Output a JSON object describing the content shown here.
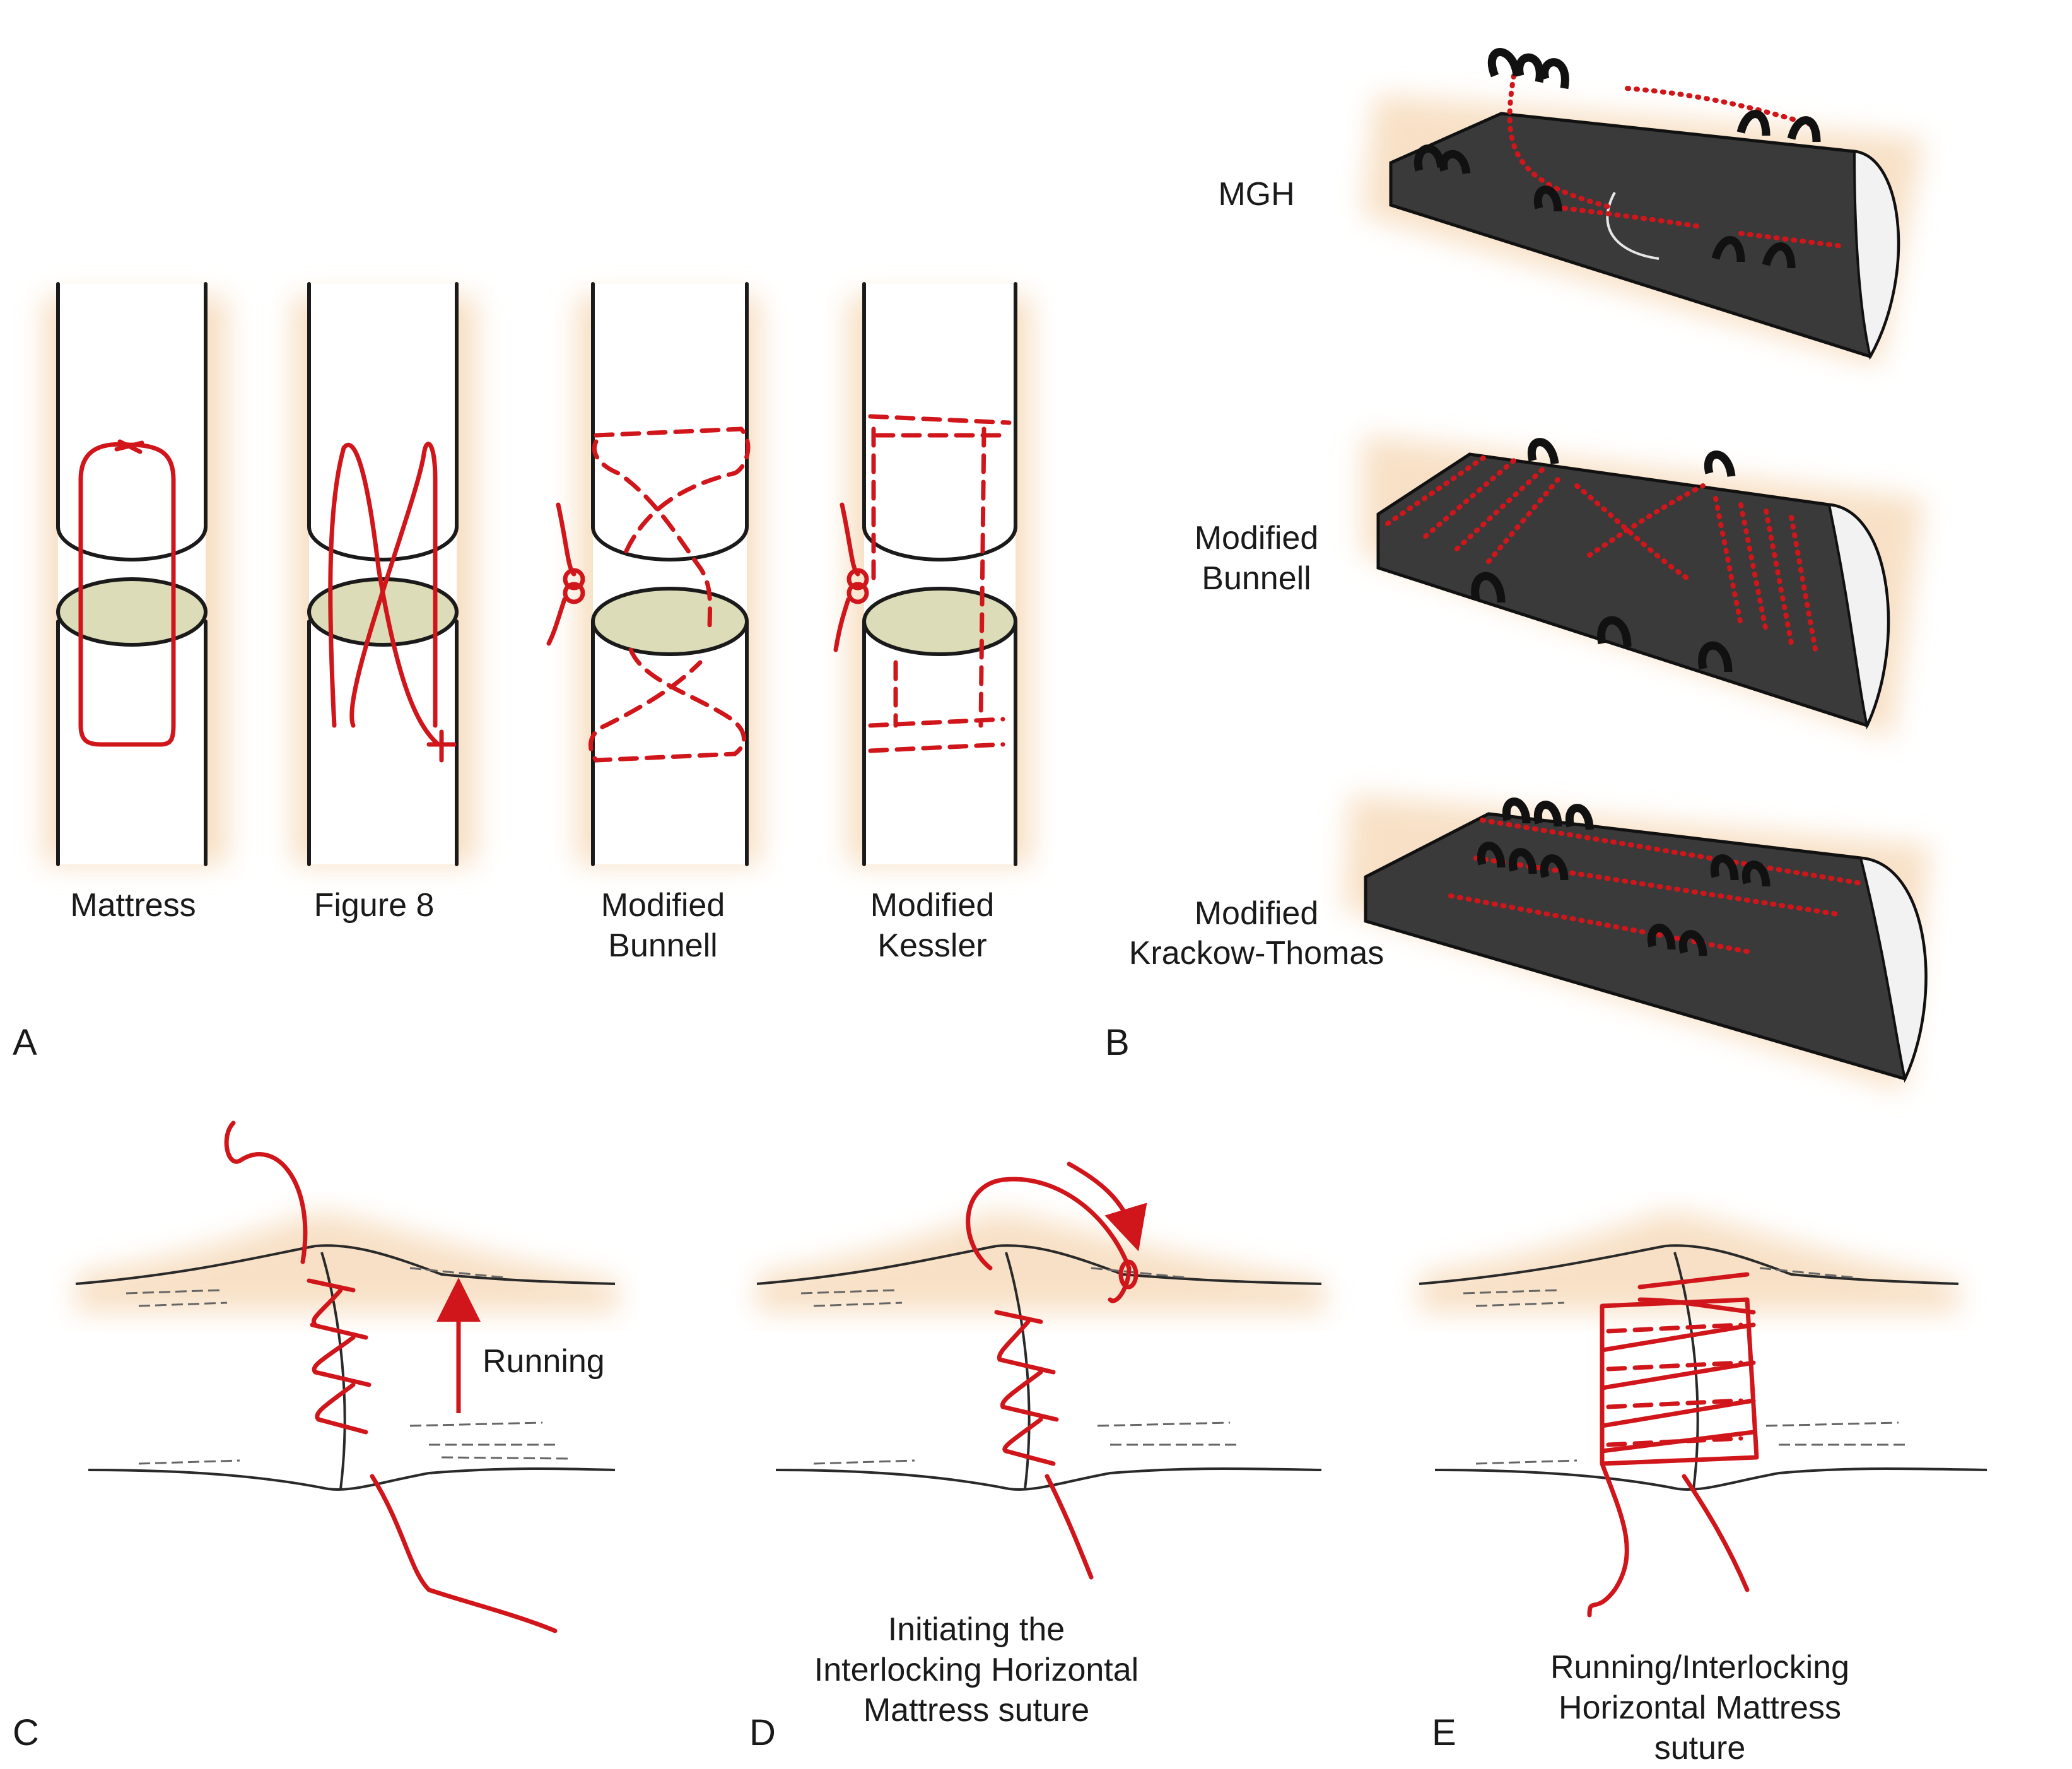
{
  "colors": {
    "suture": "#d0161b",
    "outline": "#1a1a1a",
    "cut_surface": "#dcdcb8",
    "glow": "#f6d9b8"
  },
  "panel_a": {
    "letter": "A",
    "labels": [
      "Mattress",
      "Figure 8",
      "Modified",
      "Bunnell",
      "Modified",
      "Kessler"
    ]
  },
  "panel_b": {
    "letter": "B",
    "labels": [
      "MGH",
      "Modified",
      "Bunnell",
      "Modified",
      "Krackow-Thomas"
    ]
  },
  "panel_c": {
    "letter": "C",
    "arrow_label": "Running"
  },
  "panel_d": {
    "letter": "D",
    "caption": [
      "Initiating the",
      "Interlocking Horizontal",
      "Mattress suture"
    ]
  },
  "panel_e": {
    "letter": "E",
    "caption": [
      "Running/Interlocking",
      "Horizontal Mattress",
      "suture"
    ]
  }
}
